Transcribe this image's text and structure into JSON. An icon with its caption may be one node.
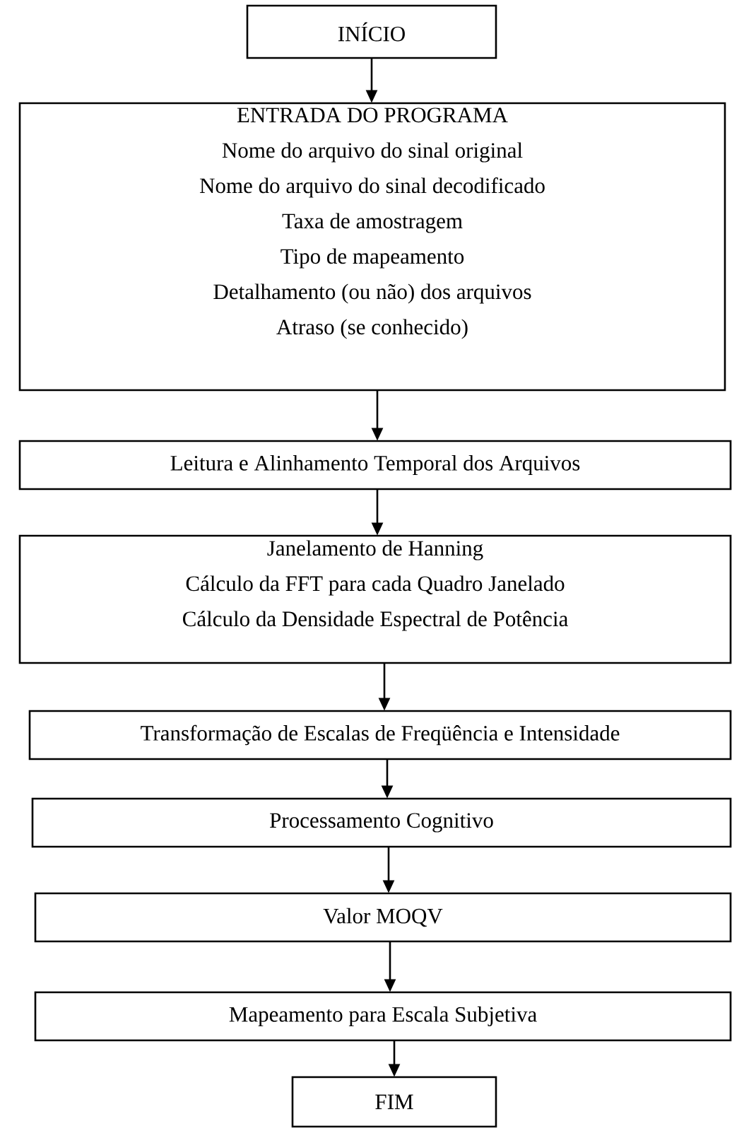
{
  "diagram": {
    "nodes": [
      {
        "text": [
          "INÍCIO"
        ]
      },
      {
        "text": [
          "ENTRADA DO PROGRAMA",
          "Nome do arquivo do sinal original",
          "Nome do arquivo do sinal decodificado",
          "Taxa de amostragem",
          "Tipo de mapeamento",
          "Detalhamento (ou não) dos arquivos",
          "Atraso (se conhecido)"
        ]
      },
      {
        "text": [
          "Leitura e Alinhamento Temporal dos Arquivos"
        ]
      },
      {
        "text": [
          "Janelamento de Hanning",
          "Cálculo da FFT para cada Quadro Janelado",
          "Cálculo da Densidade Espectral de Potência"
        ]
      },
      {
        "text": [
          "Transformação de Escalas de Freqüência e Intensidade"
        ]
      },
      {
        "text": [
          "Processamento Cognitivo"
        ]
      },
      {
        "text": [
          "Valor MOQV"
        ]
      },
      {
        "text": [
          "Mapeamento para Escala Subjetiva"
        ]
      },
      {
        "text": [
          "FIM"
        ]
      }
    ],
    "edges": [
      {
        "from": 0,
        "to": 1,
        "arrow": "to"
      },
      {
        "from": 1,
        "to": 2,
        "arrow": "to"
      },
      {
        "from": 2,
        "to": 3,
        "arrow": "to"
      },
      {
        "from": 3,
        "to": 4,
        "arrow": "to"
      },
      {
        "from": 4,
        "to": 5,
        "arrow": "to"
      },
      {
        "from": 5,
        "to": 6,
        "arrow": "to"
      },
      {
        "from": 6,
        "to": 7,
        "arrow": "to"
      },
      {
        "from": 7,
        "to": 8,
        "arrow": "to"
      }
    ]
  }
}
